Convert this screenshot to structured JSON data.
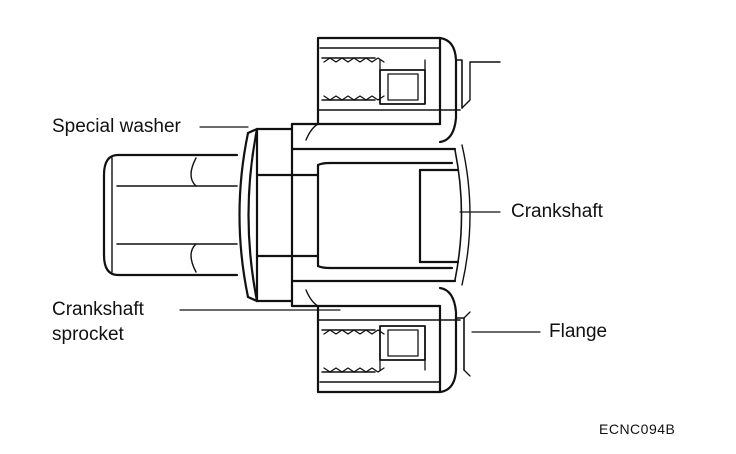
{
  "labels": {
    "special_washer": "Special washer",
    "crankshaft": "Crankshaft",
    "crankshaft_sprocket_line1": "Crankshaft",
    "crankshaft_sprocket_line2": "sprocket",
    "flange": "Flange"
  },
  "figure_code": "ECNC094B",
  "colors": {
    "ink": "#111111",
    "paper": "#ffffff"
  }
}
